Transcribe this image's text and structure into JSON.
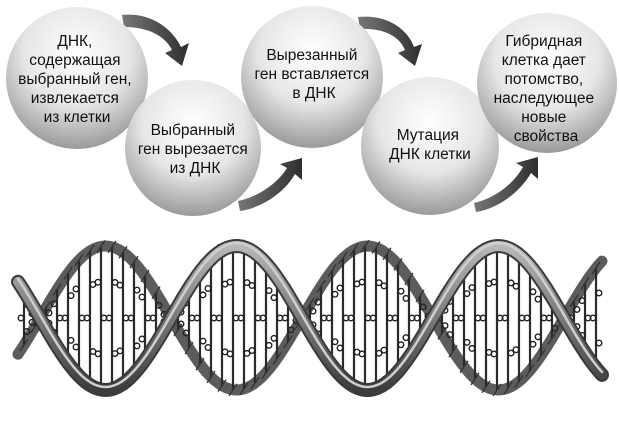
{
  "diagram": {
    "steps": [
      {
        "lines": [
          "ДНК,",
          "содержащая",
          "выбранный ген,",
          "извлекается",
          "из клетки"
        ]
      },
      {
        "lines": [
          "Выбранный",
          "ген вырезается",
          "из ДНК"
        ]
      },
      {
        "lines": [
          "Вырезанный",
          "ген вставляется",
          "в ДНК"
        ]
      },
      {
        "lines": [
          "Мутация",
          "ДНК клетки"
        ]
      },
      {
        "lines": [
          "Гибридная",
          "клетка дает",
          "потомство,",
          "наследующее",
          "новые",
          "свойства"
        ]
      }
    ],
    "colors": {
      "circle_light": "#ffffff",
      "circle_dark": "#9a9a9a",
      "arrow": "#3a3a3a",
      "helix_backbone": "#6f6f6f",
      "helix_base": "#2a2a2a"
    }
  }
}
